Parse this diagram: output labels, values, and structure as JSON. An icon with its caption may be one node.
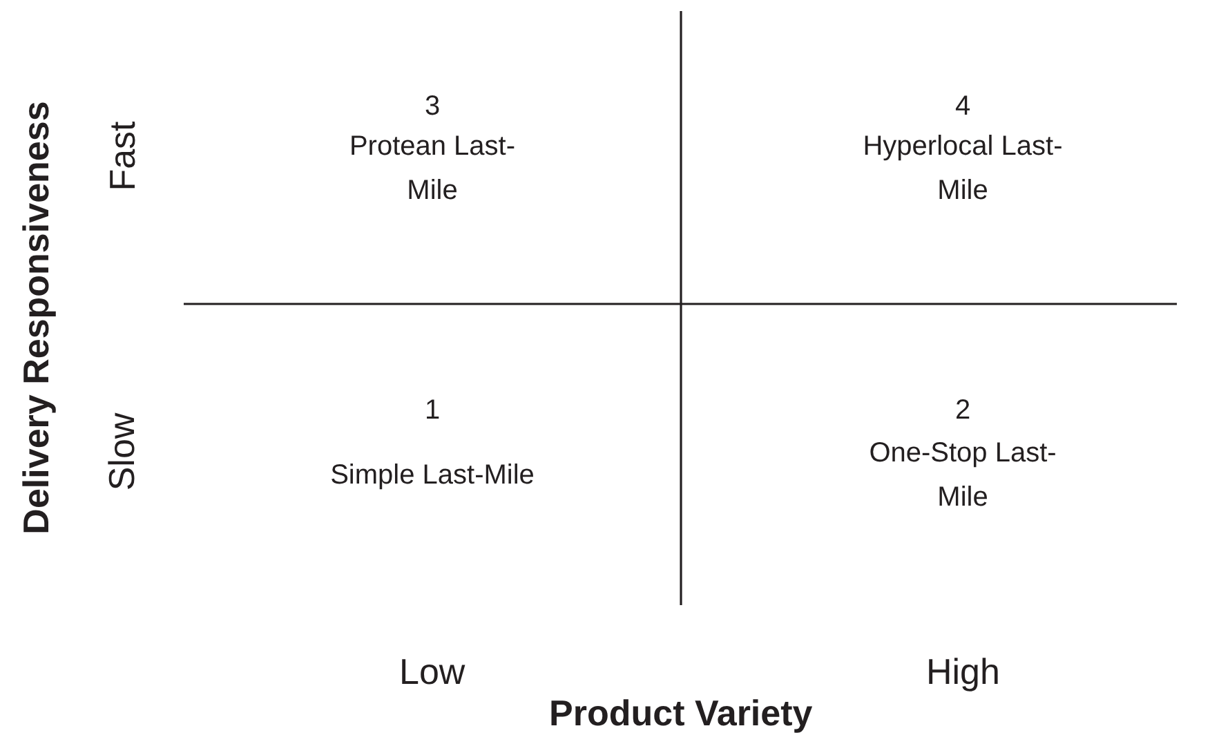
{
  "diagram": {
    "labels": [
      "Delivery Responsiveness",
      "Fast",
      "3",
      "Protean Last-Mile",
      "4",
      "Hyperlocal Last-Mile",
      "Slow",
      "1",
      "Simple Last-Mile",
      "2",
      "One-Stop Last-Mile",
      "Low",
      "High",
      "Product Variety"
    ]
  }
}
